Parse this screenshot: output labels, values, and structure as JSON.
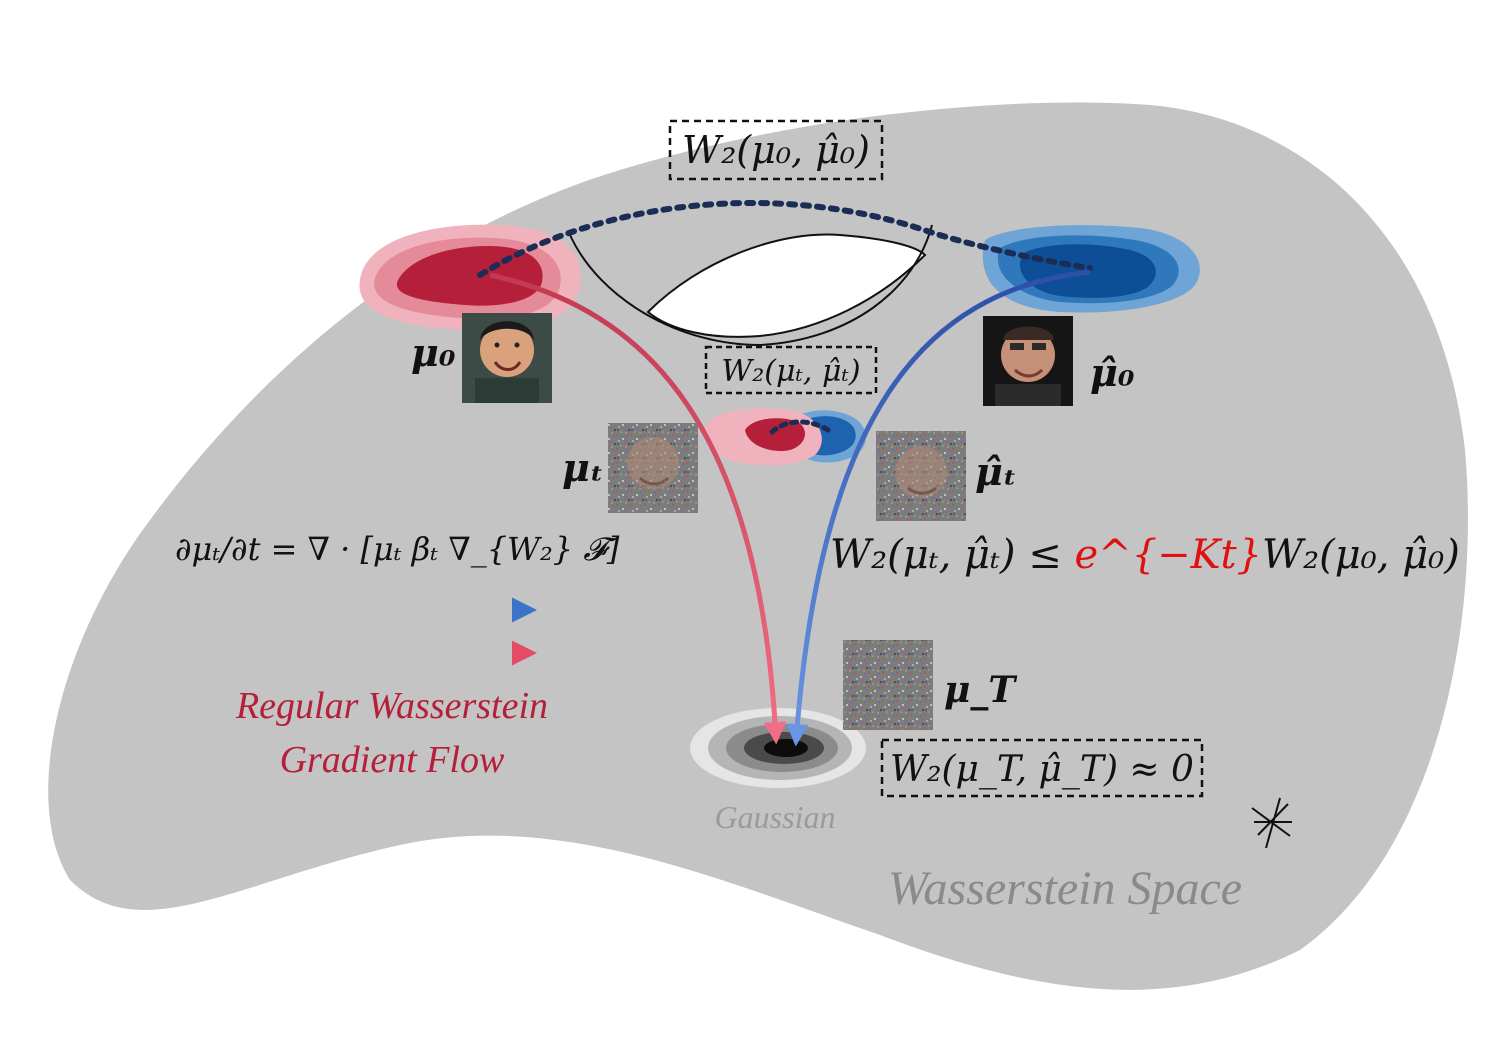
{
  "labels": {
    "w2_initial": "W₂(μ₀, μ̂₀)",
    "w2_t": "W₂(μₜ, μ̂ₜ)",
    "w2_T": "W₂(μ_T, μ̂_T) ≈ 0",
    "mu_0": "μ₀",
    "mu_hat_0": "μ̂₀",
    "mu_t": "μₜ",
    "mu_hat_t": "μ̂ₜ",
    "mu_T": "μ_T",
    "pde": "∂μₜ/∂t = ∇ · [μₜ βₜ ∇_{W₂} 𝓕]",
    "contraction_lhs": "W₂(μₜ, μ̂ₜ) ≤ ",
    "contraction_factor": "e^{−Kt}",
    "contraction_rhs": "W₂(μ₀, μ̂₀)",
    "legend_line1": "Regular Wasserstein",
    "legend_line2": "Gradient Flow",
    "gaussian": "Gaussian",
    "space": "Wasserstein Space"
  },
  "colors": {
    "space_fill": "#c4c4c4",
    "red_dark": "#b51f3a",
    "red_mid": "#e58a98",
    "red_light": "#f0b2bc",
    "blue_dark": "#0d4f96",
    "blue_mid": "#2f78bb",
    "blue_light": "#6ea5d6",
    "highlight_red": "#e01010",
    "legend_text": "#b51f3a",
    "caption_gray": "#8a8a8a"
  },
  "icons": [
    "face-photo-icon",
    "noisy-face-icon",
    "noise-square-icon",
    "bifurcation-lines-icon"
  ]
}
